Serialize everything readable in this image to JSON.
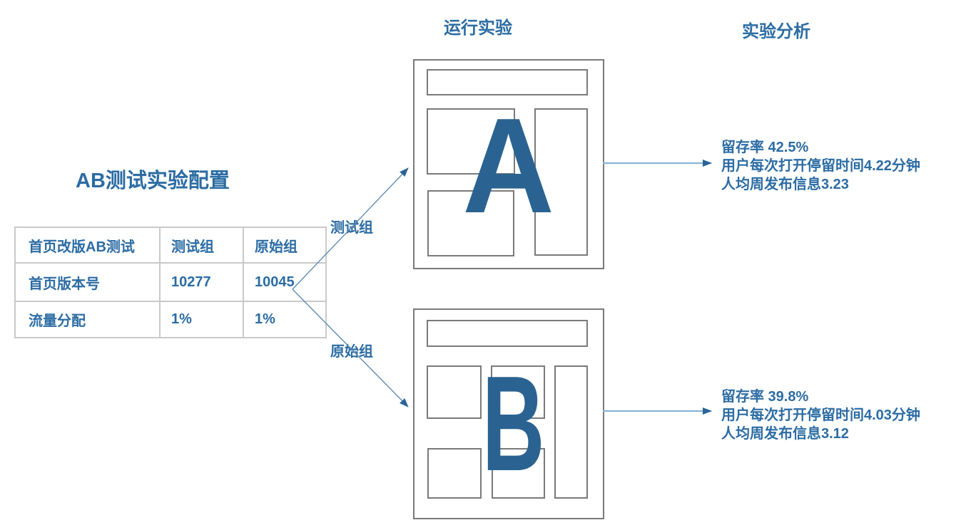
{
  "colors": {
    "accent_text": "#2c6ca3",
    "letter_fill": "#2a6391",
    "diagonal_line": "#5f8cb5",
    "horizontal_line": "#8ab3d6",
    "arrowhead": "#2a6496",
    "wireframe_border": "#7a7a7a",
    "table_border": "#c9c9c9"
  },
  "headings": {
    "run_experiment": "运行实验",
    "experiment_analysis": "实验分析"
  },
  "config": {
    "title": "AB测试实验配置",
    "table": {
      "header": [
        "首页改版AB测试",
        "测试组",
        "原始组"
      ],
      "rows": [
        [
          "首页版本号",
          "10277",
          "10045"
        ],
        [
          "流量分配",
          "1%",
          "1%"
        ]
      ]
    }
  },
  "branches": {
    "test_label": "测试组",
    "control_label": "原始组"
  },
  "variants": {
    "a": {
      "letter": "A"
    },
    "b": {
      "letter": "B"
    }
  },
  "analysis": {
    "a": {
      "lines": [
        "留存率 42.5%",
        "用户每次打开停留时间4.22分钟",
        "人均周发布信息3.23"
      ]
    },
    "b": {
      "lines": [
        "留存率 39.8%",
        "用户每次打开停留时间4.03分钟",
        "人均周发布信息3.12"
      ]
    }
  }
}
